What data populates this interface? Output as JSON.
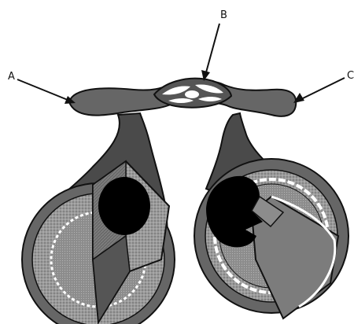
{
  "labels": {
    "a": "A",
    "b": "B",
    "c": "C"
  },
  "colors": {
    "outline": "#111111",
    "vessel_wall": "#666666",
    "dark_wall": "#4a4a4a",
    "stipple": "#9a9a9a",
    "lumen": "#000000",
    "light": "#ffffff",
    "muscle": "#7c7c7c"
  }
}
